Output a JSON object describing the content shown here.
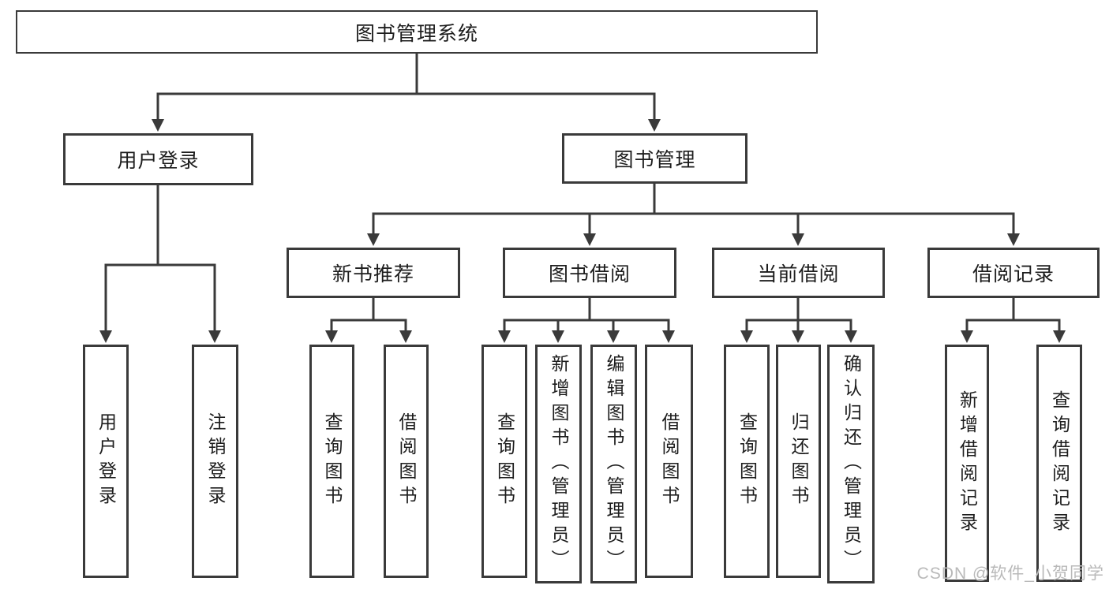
{
  "root": {
    "label": "图书管理系统"
  },
  "branches": {
    "user_login": {
      "label": "用户登录",
      "leaves": [
        "用户登录",
        "注销登录"
      ]
    },
    "book_mgmt": {
      "label": "图书管理"
    }
  },
  "sections": [
    {
      "label": "新书推荐",
      "leaves": [
        "查询图书",
        "借阅图书"
      ]
    },
    {
      "label": "图书借阅",
      "leaves": [
        "查询图书",
        "新增图书（管理员）",
        "编辑图书（管理员）",
        "借阅图书"
      ]
    },
    {
      "label": "当前借阅",
      "leaves": [
        "查询图书",
        "归还图书",
        "确认归还（管理员）"
      ]
    },
    {
      "label": "借阅记录",
      "leaves": [
        "新增借阅记录",
        "查询借阅记录"
      ]
    }
  ],
  "watermark": {
    "text": "CSDN @软件_小贺同学"
  },
  "colors": {
    "line": "#3a3a3a",
    "box_border": "#3a3a3a",
    "text": "#1d1d1d",
    "watermark": "#b9b9b9",
    "background": "#ffffff"
  }
}
